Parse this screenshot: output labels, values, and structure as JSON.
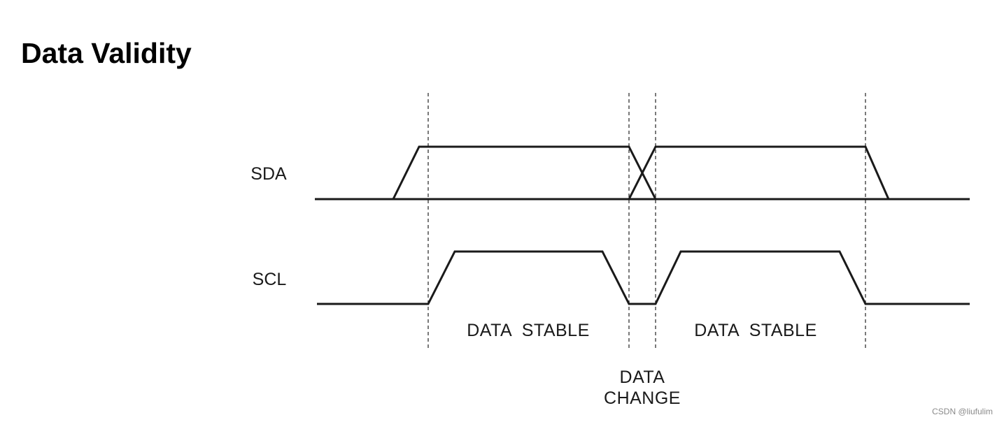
{
  "title": "Data Validity",
  "signals": {
    "sda": "SDA",
    "scl": "SCL"
  },
  "regions": {
    "stable_1": "DATA  STABLE",
    "stable_2": "DATA  STABLE",
    "change_line1": "DATA",
    "change_line2": "CHANGE"
  },
  "watermark": "CSDN @liufulim",
  "colors": {
    "line": "#1a1a1a",
    "guide": "#333333",
    "watermark": "#8a8a8a"
  }
}
